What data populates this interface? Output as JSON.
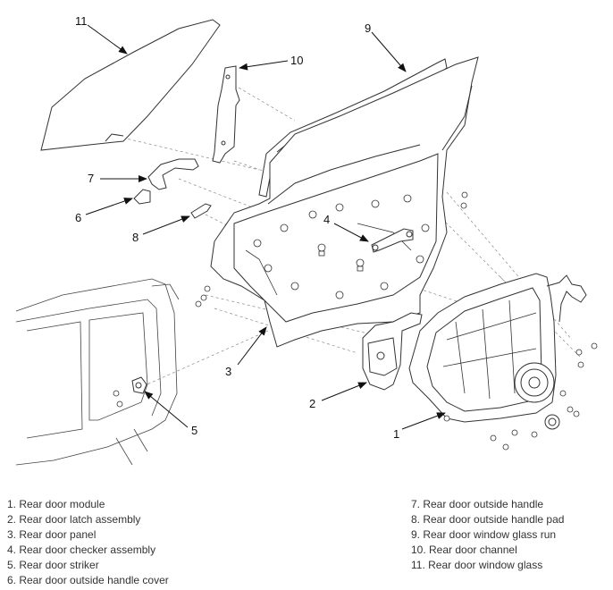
{
  "callouts": {
    "c1": "1",
    "c2": "2",
    "c3": "3",
    "c4": "4",
    "c5": "5",
    "c6": "6",
    "c7": "7",
    "c8": "8",
    "c9": "9",
    "c10": "10",
    "c11": "11"
  },
  "legend": {
    "left": [
      "1. Rear door module",
      "2. Rear door latch assembly",
      "3. Rear door panel",
      "4. Rear door checker assembly",
      "5. Rear door striker",
      "6. Rear door outside handle cover"
    ],
    "right": [
      "7. Rear door outside handle",
      "8. Rear door outside handle pad",
      "9. Rear door window glass run",
      "10. Rear door channel",
      "11. Rear door window glass"
    ]
  }
}
